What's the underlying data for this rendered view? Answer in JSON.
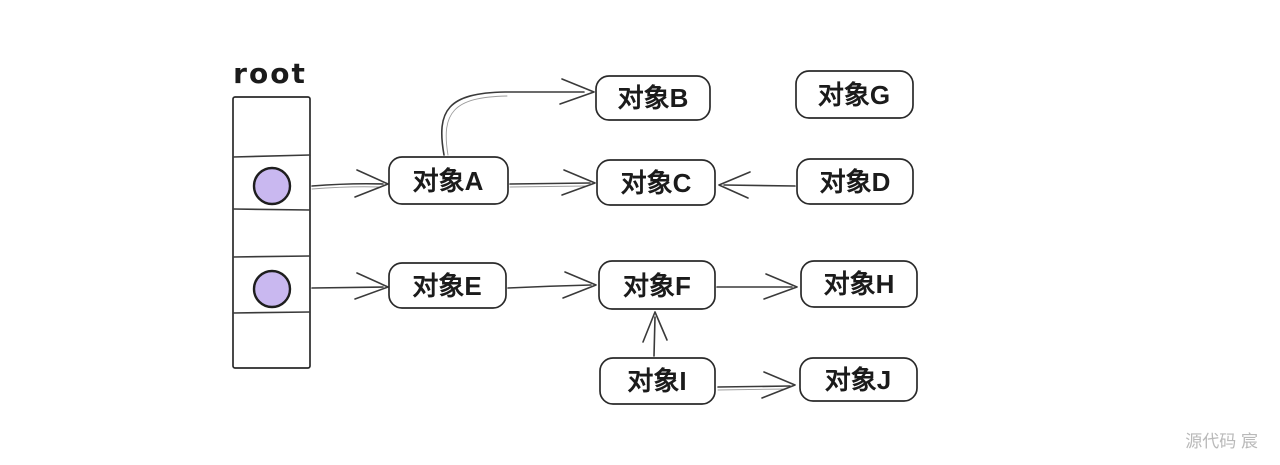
{
  "root_stack": {
    "label": "root",
    "cell_count": 5,
    "occupied_slots": [
      2,
      4
    ],
    "cell_fill": "#fdf8e8",
    "hatch_color": "#f3d9a2",
    "dot_fill": "#c9b8f0",
    "stroke": "#2a2a2a"
  },
  "nodes": [
    {
      "id": "A",
      "label": "对象A"
    },
    {
      "id": "B",
      "label": "对象B"
    },
    {
      "id": "C",
      "label": "对象C"
    },
    {
      "id": "D",
      "label": "对象D"
    },
    {
      "id": "E",
      "label": "对象E"
    },
    {
      "id": "F",
      "label": "对象F"
    },
    {
      "id": "G",
      "label": "对象G"
    },
    {
      "id": "H",
      "label": "对象H"
    },
    {
      "id": "I",
      "label": "对象I"
    },
    {
      "id": "J",
      "label": "对象J"
    }
  ],
  "edges": [
    {
      "from": "root-slot-1",
      "to": "对象A"
    },
    {
      "from": "对象A",
      "to": "对象B"
    },
    {
      "from": "对象A",
      "to": "对象C"
    },
    {
      "from": "对象D",
      "to": "对象C"
    },
    {
      "from": "root-slot-2",
      "to": "对象E"
    },
    {
      "from": "对象E",
      "to": "对象F"
    },
    {
      "from": "对象F",
      "to": "对象H"
    },
    {
      "from": "对象I",
      "to": "对象F"
    },
    {
      "from": "对象I",
      "to": "对象J"
    }
  ],
  "watermark": {
    "text": "源代码 宸",
    "color": "#b9b9b9"
  }
}
